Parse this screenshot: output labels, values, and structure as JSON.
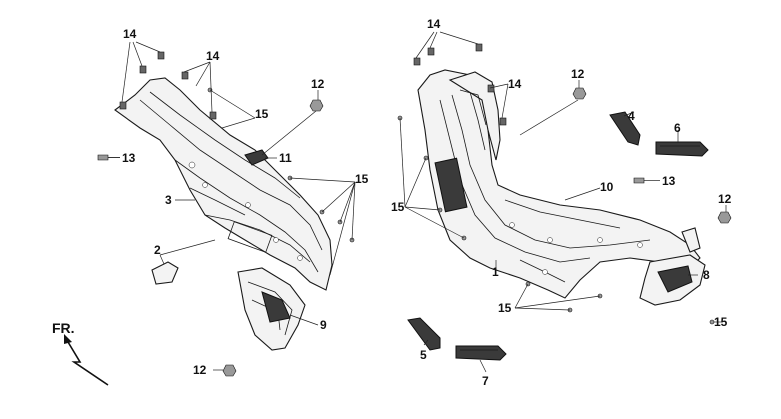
{
  "diagram": {
    "direction_label": "FR.",
    "callouts": [
      {
        "id": "c14a",
        "text": "14"
      },
      {
        "id": "c14b",
        "text": "14"
      },
      {
        "id": "c14c",
        "text": "14"
      },
      {
        "id": "c14d",
        "text": "14"
      },
      {
        "id": "c12a",
        "text": "12"
      },
      {
        "id": "c12b",
        "text": "12"
      },
      {
        "id": "c12c",
        "text": "12"
      },
      {
        "id": "c12d",
        "text": "12"
      },
      {
        "id": "c15a",
        "text": "15"
      },
      {
        "id": "c15b",
        "text": "15"
      },
      {
        "id": "c15c",
        "text": "15"
      },
      {
        "id": "c15d",
        "text": "15"
      },
      {
        "id": "c15e",
        "text": "15"
      },
      {
        "id": "c13a",
        "text": "13"
      },
      {
        "id": "c13b",
        "text": "13"
      },
      {
        "id": "c11",
        "text": "11"
      },
      {
        "id": "c3",
        "text": "3"
      },
      {
        "id": "c2",
        "text": "2"
      },
      {
        "id": "c9",
        "text": "9"
      },
      {
        "id": "c4",
        "text": "4"
      },
      {
        "id": "c6",
        "text": "6"
      },
      {
        "id": "c10",
        "text": "10"
      },
      {
        "id": "c1",
        "text": "1"
      },
      {
        "id": "c8",
        "text": "8"
      },
      {
        "id": "c5",
        "text": "5"
      },
      {
        "id": "c7",
        "text": "7"
      }
    ]
  }
}
